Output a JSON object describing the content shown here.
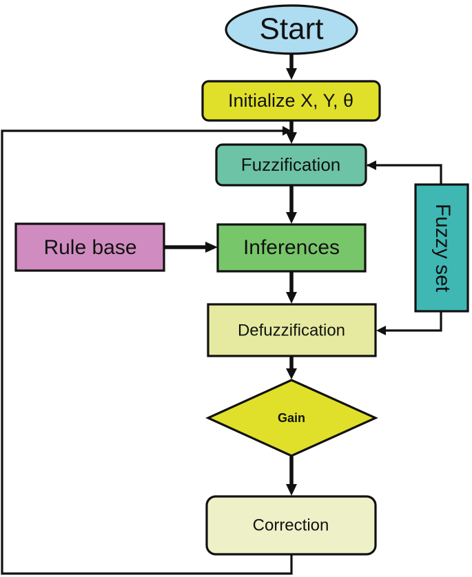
{
  "nodes": {
    "start": {
      "label": "Start",
      "color": "#aedcf0"
    },
    "initialize": {
      "label": "Initialize X, Y, θ",
      "color": "#e0e02a"
    },
    "fuzzification": {
      "label": "Fuzzification",
      "color": "#6cc3a5"
    },
    "inferences": {
      "label": "Inferences",
      "color": "#78c66a"
    },
    "rule_base": {
      "label": "Rule base",
      "color": "#d08cc0"
    },
    "fuzzy_set": {
      "label": "Fuzzy set",
      "color": "#3fb8b4"
    },
    "defuzzification": {
      "label": "Defuzzification",
      "color": "#e6eaa0"
    },
    "gain": {
      "label": "Gain",
      "color": "#e0e02a"
    },
    "correction": {
      "label": "Correction",
      "color": "#eef0c8"
    }
  },
  "edges": [
    {
      "from": "start",
      "to": "initialize"
    },
    {
      "from": "initialize",
      "to": "fuzzification"
    },
    {
      "from": "fuzzification",
      "to": "inferences"
    },
    {
      "from": "rule_base",
      "to": "inferences"
    },
    {
      "from": "inferences",
      "to": "defuzzification"
    },
    {
      "from": "fuzzy_set",
      "to": "fuzzification"
    },
    {
      "from": "fuzzy_set",
      "to": "defuzzification"
    },
    {
      "from": "defuzzification",
      "to": "gain"
    },
    {
      "from": "gain",
      "to": "correction"
    },
    {
      "from": "correction",
      "to": "fuzzification"
    }
  ]
}
